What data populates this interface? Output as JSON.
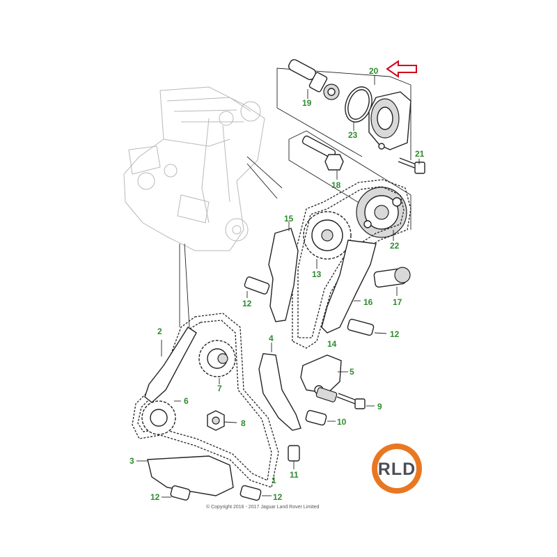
{
  "callouts": [
    {
      "id": "c20",
      "text": "20"
    },
    {
      "id": "c19",
      "text": "19"
    },
    {
      "id": "c23",
      "text": "23"
    },
    {
      "id": "c21",
      "text": "21"
    },
    {
      "id": "c18",
      "text": "18"
    },
    {
      "id": "c15",
      "text": "15"
    },
    {
      "id": "c22",
      "text": "22"
    },
    {
      "id": "c13",
      "text": "13"
    },
    {
      "id": "c17",
      "text": "17"
    },
    {
      "id": "c12a",
      "text": "12"
    },
    {
      "id": "c16",
      "text": "16"
    },
    {
      "id": "c12b",
      "text": "12"
    },
    {
      "id": "c2",
      "text": "2"
    },
    {
      "id": "c4",
      "text": "4"
    },
    {
      "id": "c14",
      "text": "14"
    },
    {
      "id": "c5",
      "text": "5"
    },
    {
      "id": "c7",
      "text": "7"
    },
    {
      "id": "c6",
      "text": "6"
    },
    {
      "id": "c9",
      "text": "9"
    },
    {
      "id": "c8",
      "text": "8"
    },
    {
      "id": "c10",
      "text": "10"
    },
    {
      "id": "c3",
      "text": "3"
    },
    {
      "id": "c11",
      "text": "11"
    },
    {
      "id": "c1",
      "text": "1"
    },
    {
      "id": "c12c",
      "text": "12"
    },
    {
      "id": "c12d",
      "text": "12"
    }
  ],
  "copyright": "© Copyright 2016 - 2017 Jaguar Land Rover Limited",
  "logo": {
    "text": "RLD",
    "ring_color": "#e87722",
    "fill_color": "#ffffff",
    "text_color": "#4a4e56"
  },
  "colors": {
    "callout": "#2e8b2e",
    "arrow": "#d0021b",
    "line": "#222222"
  }
}
